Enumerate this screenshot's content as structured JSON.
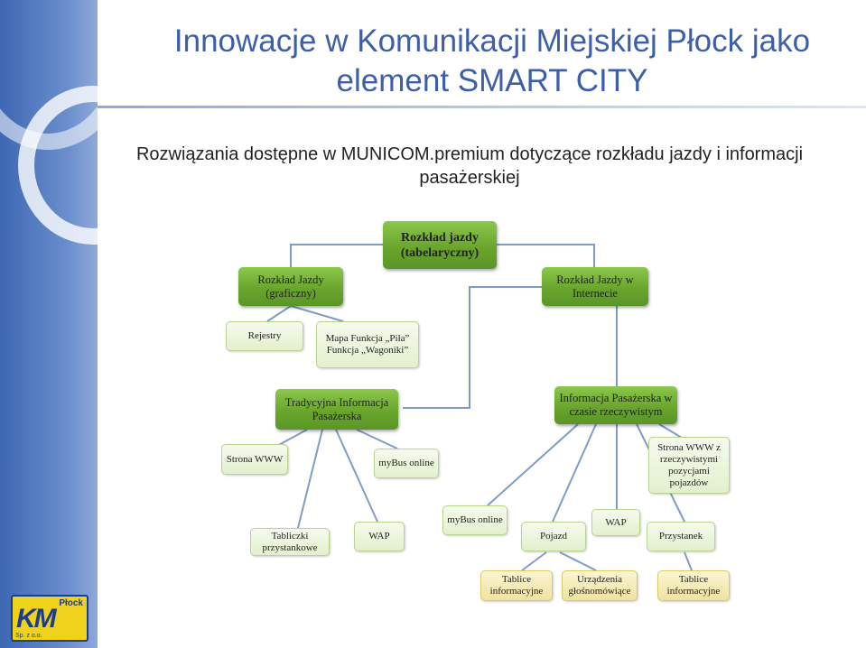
{
  "slide": {
    "title": "Innowacje w Komunikacji Miejskiej Płock jako element SMART CITY",
    "subtitle": "Rozwiązania dostępne w MUNICOM.premium dotyczące rozkładu jazdy i informacji pasażerskiej"
  },
  "logo": {
    "mark": "KM",
    "city": "Płock",
    "company": "Sp. z o.o."
  },
  "diagram": {
    "root": "Rozkład jazdy (tabelaryczny)",
    "graphical": "Rozkład Jazdy (graficzny)",
    "internet": "Rozkład Jazdy w Internecie",
    "registers": "Rejestry",
    "map_functions": "Mapa Funkcja „Piła” Funkcja „Wagoniki”",
    "traditional_info": "Tradycyjna Informacja Pasażerska",
    "realtime_info": "Informacja Pasażerska w czasie rzeczywistym",
    "www_site": "Strona WWW",
    "mybus_left": "myBus online",
    "stop_tables": "Tabliczki przystankowe",
    "wap_left": "WAP",
    "www_realtime": "Strona WWW z rzeczywistymi pozycjami pojazdów",
    "mybus_right": "myBus online",
    "vehicle": "Pojazd",
    "wap_right": "WAP",
    "stop": "Przystanek",
    "info_boards_vehicle": "Tablice informacyjne",
    "pa_devices": "Urządzenia głośnomówiące",
    "info_boards_stop": "Tablice informacyjne"
  }
}
